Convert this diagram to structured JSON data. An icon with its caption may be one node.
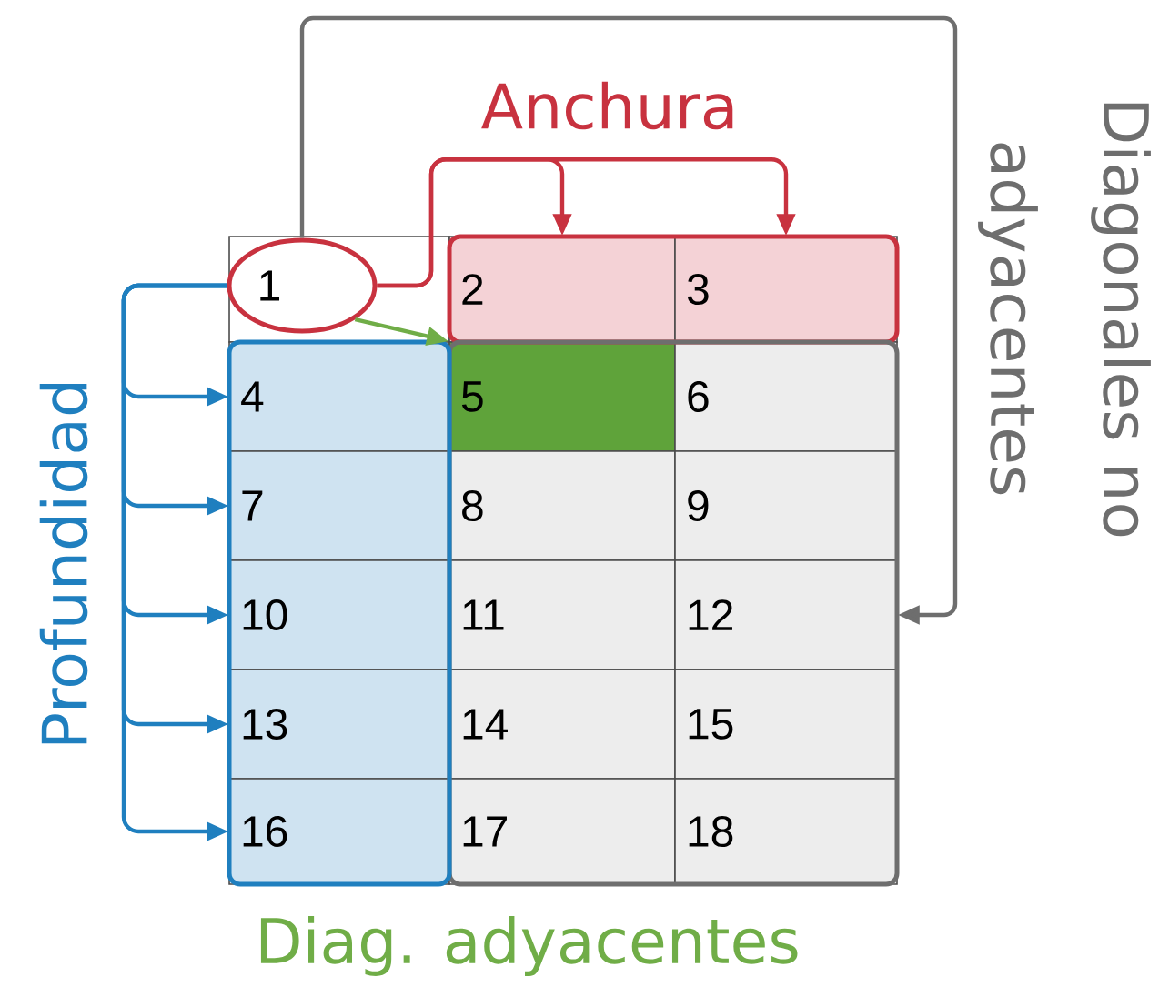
{
  "diagram": {
    "nodes": [
      {
        "text": [
          "1"
        ]
      },
      {
        "text": [
          "2"
        ]
      },
      {
        "text": [
          "3"
        ]
      },
      {
        "text": [
          "4"
        ]
      },
      {
        "text": [
          "5"
        ]
      },
      {
        "text": [
          "6"
        ]
      },
      {
        "text": [
          "7"
        ]
      },
      {
        "text": [
          "8"
        ]
      },
      {
        "text": [
          "9"
        ]
      },
      {
        "text": [
          "10"
        ]
      },
      {
        "text": [
          "11"
        ]
      },
      {
        "text": [
          "12"
        ]
      },
      {
        "text": [
          "13"
        ]
      },
      {
        "text": [
          "14"
        ]
      },
      {
        "text": [
          "15"
        ]
      },
      {
        "text": [
          "16"
        ]
      },
      {
        "text": [
          "17"
        ]
      },
      {
        "text": [
          "18"
        ]
      }
    ],
    "edges": [
      {
        "from": 0,
        "to": 1,
        "arrow": "to",
        "color": "#c8323f"
      },
      {
        "from": 0,
        "to": 2,
        "arrow": "to",
        "color": "#c8323f"
      },
      {
        "from": 0,
        "to": 3,
        "arrow": "to",
        "color": "#1f7fbf"
      },
      {
        "from": 0,
        "to": 6,
        "arrow": "to",
        "color": "#1f7fbf"
      },
      {
        "from": 0,
        "to": 9,
        "arrow": "to",
        "color": "#1f7fbf"
      },
      {
        "from": 0,
        "to": 12,
        "arrow": "to",
        "color": "#1f7fbf"
      },
      {
        "from": 0,
        "to": 15,
        "arrow": "to",
        "color": "#1f7fbf"
      },
      {
        "from": 0,
        "to": 11,
        "arrow": "to",
        "color": "#6e6e6e"
      },
      {
        "from": 0,
        "to": 4,
        "arrow": "to",
        "color": "#70ad47"
      }
    ],
    "labels": [
      "Anchura",
      "Profundidad",
      "Diagonales no adyacentes",
      "Diag. adyacentes"
    ]
  }
}
